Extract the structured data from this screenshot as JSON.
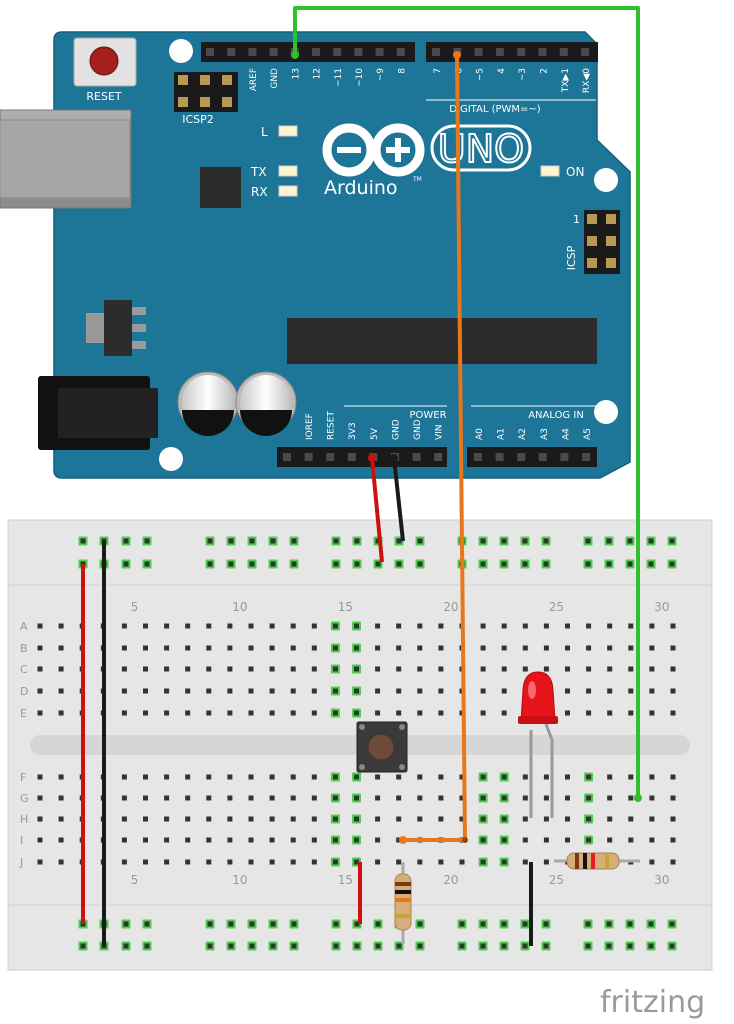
{
  "board": {
    "reset_label": "RESET",
    "icsp2_label": "ICSP2",
    "icsp_label": "ICSP",
    "icsp_pin1": "1",
    "uno_label": "UNO",
    "brand": "Arduino",
    "tm": "TM",
    "led_l": "L",
    "led_tx": "TX",
    "led_rx": "RX",
    "led_on": "ON",
    "digital_label": "DIGITAL (PWM=~)",
    "power_label": "POWER",
    "analog_label": "ANALOG IN",
    "top_pins": [
      "AREF",
      "GND",
      "13",
      "12",
      "~11",
      "~10",
      "~9",
      "8",
      "7",
      "~6",
      "~5",
      "4",
      "~3",
      "2",
      "TX▶1",
      "RX◀0"
    ],
    "power_pins": [
      "IOREF",
      "RESET",
      "3V3",
      "5V",
      "GND",
      "GND",
      "VIN"
    ],
    "analog_pins": [
      "A0",
      "A1",
      "A2",
      "A3",
      "A4",
      "A5"
    ]
  },
  "breadboard": {
    "rows_top": [
      "A",
      "B",
      "C",
      "D",
      "E"
    ],
    "rows_bottom": [
      "F",
      "G",
      "H",
      "I",
      "J"
    ],
    "column_numbers": [
      "5",
      "10",
      "15",
      "20",
      "25",
      "30"
    ]
  },
  "colors": {
    "board": "#1d7597",
    "wire_green": "#2fbf2f",
    "wire_orange": "#e8771b",
    "wire_red": "#cc1111",
    "wire_black": "#1a1a1a",
    "led": "#e8141c"
  },
  "watermark": "fritzing"
}
